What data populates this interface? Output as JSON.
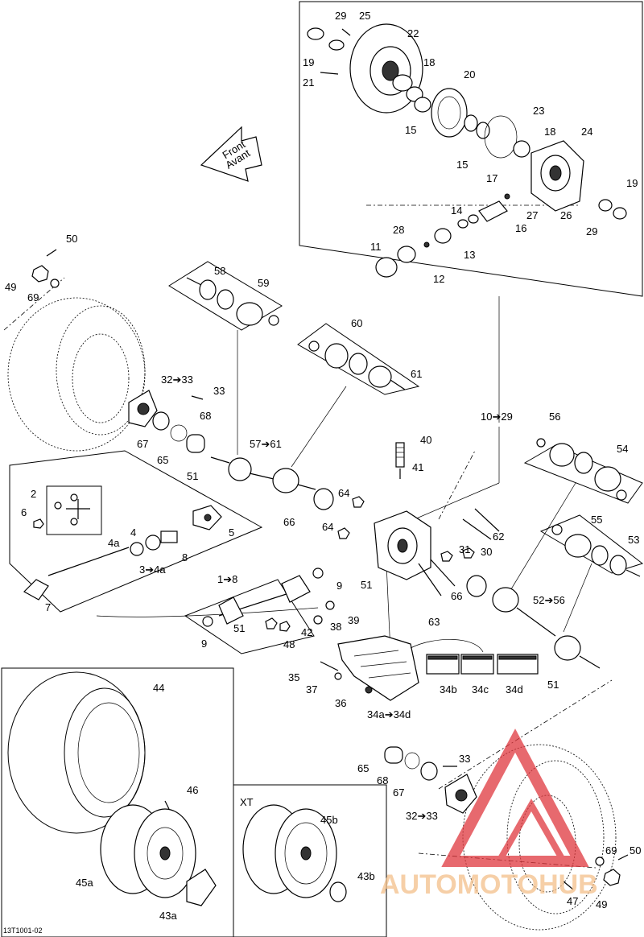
{
  "front_arrow": {
    "line1": "Front",
    "line2": "Avant"
  },
  "xt_label": "XT",
  "figure_code": "13T1001-02",
  "watermark": "AUTOMOTOHUB",
  "labels": [
    "29",
    "25",
    "22",
    "19",
    "18",
    "21",
    "20",
    "15",
    "23",
    "18",
    "24",
    "15",
    "17",
    "19",
    "14",
    "27",
    "26",
    "28",
    "16",
    "29",
    "11",
    "13",
    "12",
    "50",
    "49",
    "69",
    "58",
    "59",
    "60",
    "61",
    "32➔33",
    "33",
    "68",
    "67",
    "65",
    "57➔61",
    "51",
    "10➔29",
    "56",
    "54",
    "40",
    "41",
    "64",
    "66",
    "64",
    "62",
    "55",
    "53",
    "31",
    "30",
    "51",
    "2",
    "6",
    "4",
    "5",
    "4a",
    "8",
    "3➔4a",
    "1➔8",
    "9",
    "66",
    "52➔56",
    "63",
    "7",
    "9",
    "51",
    "39",
    "42",
    "38",
    "48",
    "51",
    "35",
    "37",
    "34b",
    "34c",
    "34d",
    "36",
    "34a➔34d",
    "44",
    "46",
    "65",
    "33",
    "68",
    "67",
    "45b",
    "32➔33",
    "69",
    "50",
    "45a",
    "43b",
    "47",
    "49",
    "43a"
  ]
}
